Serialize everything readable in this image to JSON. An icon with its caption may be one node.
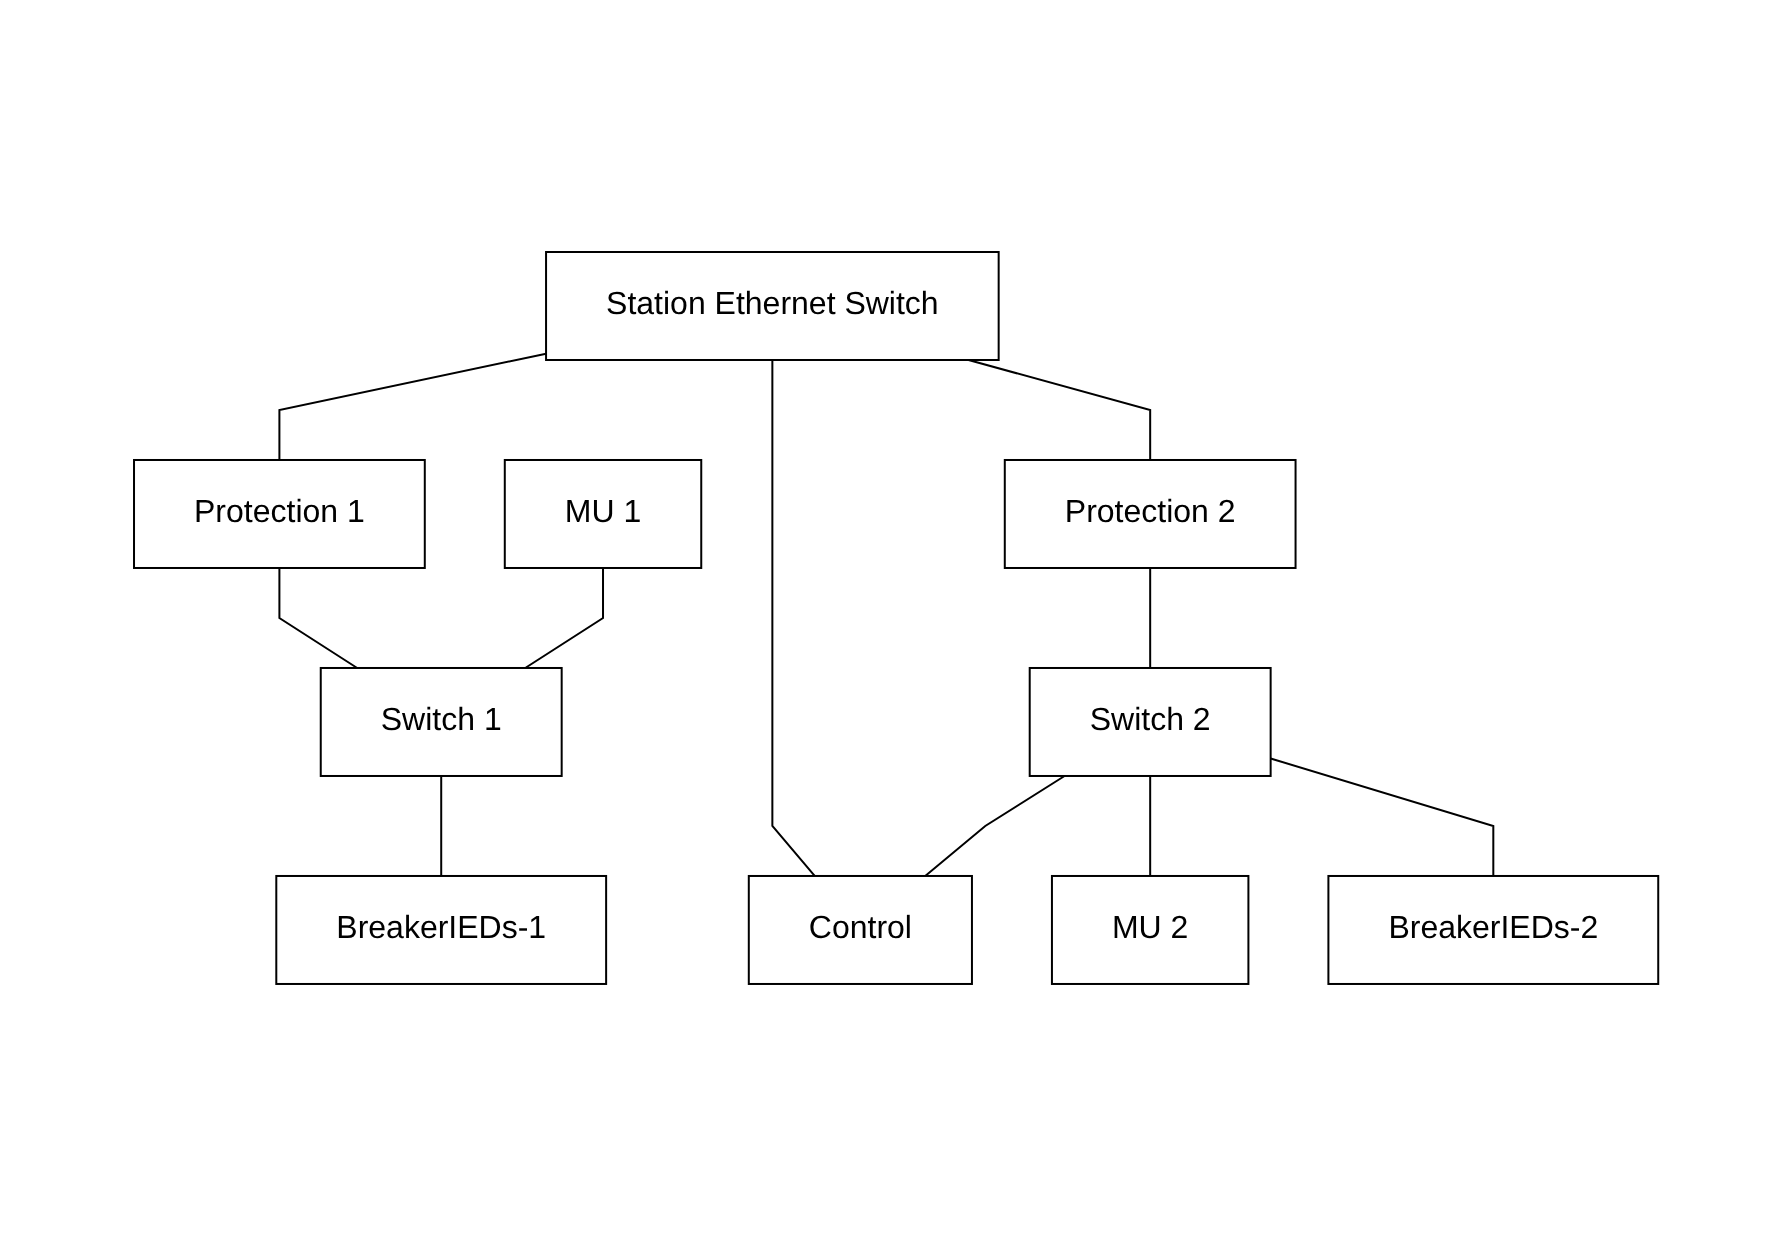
{
  "diagram": {
    "nodes": [
      {
        "text": [
          "Station Ethernet Switch"
        ]
      },
      {
        "text": [
          "Protection 1"
        ]
      },
      {
        "text": [
          "Protection 2"
        ]
      },
      {
        "text": [
          "MU 1"
        ]
      },
      {
        "text": [
          "Switch 1"
        ]
      },
      {
        "text": [
          "Switch 2"
        ]
      },
      {
        "text": [
          "Control"
        ]
      },
      {
        "text": [
          "BreakerIEDs-1"
        ]
      },
      {
        "text": [
          "MU 2"
        ]
      },
      {
        "text": [
          "BreakerIEDs-2"
        ]
      }
    ],
    "edges": [
      {
        "from": 0,
        "to": 1,
        "arrow": "none"
      },
      {
        "from": 0,
        "to": 2,
        "arrow": "none"
      },
      {
        "from": 0,
        "to": 6,
        "arrow": "none"
      },
      {
        "from": 1,
        "to": 4,
        "arrow": "none"
      },
      {
        "from": 2,
        "to": 5,
        "arrow": "none"
      },
      {
        "from": 3,
        "to": 4,
        "arrow": "none"
      },
      {
        "from": 5,
        "to": 6,
        "arrow": "none"
      },
      {
        "from": 4,
        "to": 7,
        "arrow": "none"
      },
      {
        "from": 5,
        "to": 8,
        "arrow": "none"
      },
      {
        "from": 5,
        "to": 9,
        "arrow": "none"
      }
    ]
  }
}
